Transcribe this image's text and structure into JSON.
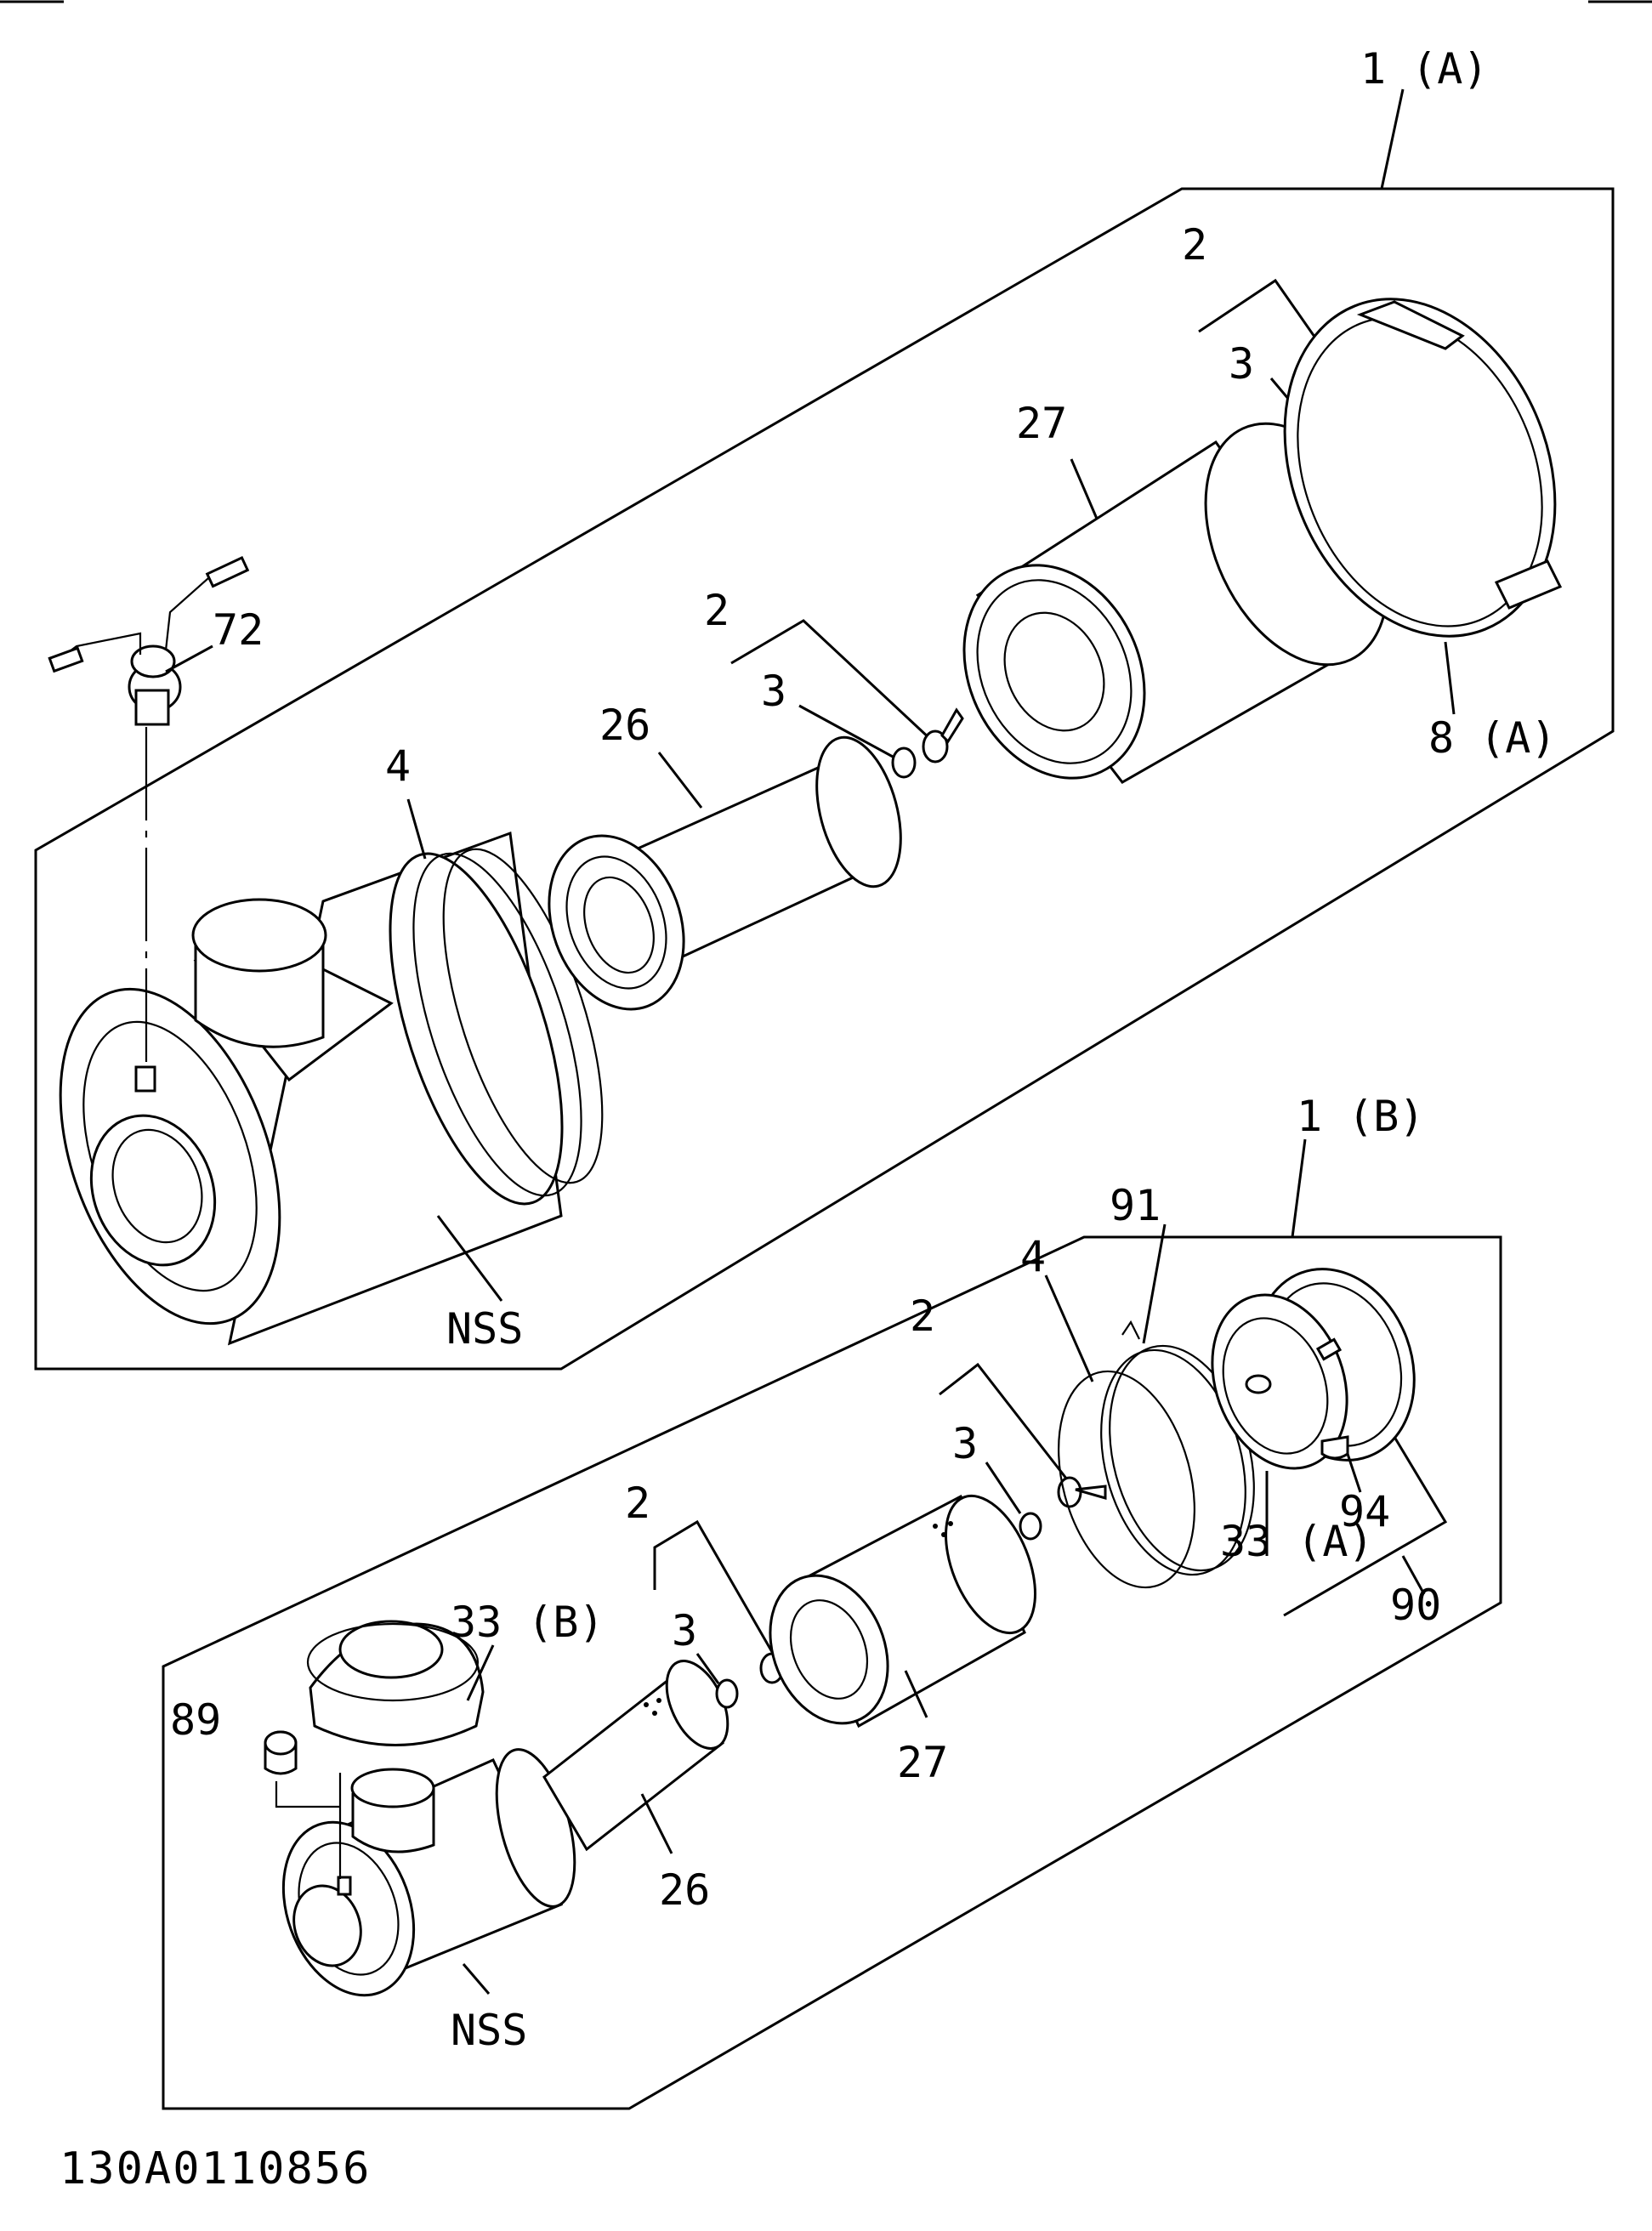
{
  "diagram": {
    "assembly_a": {
      "label": "1 (A)",
      "callouts": {
        "wing_nut_top": "2",
        "washer_top": "3",
        "outer_element": "27",
        "cover": "8 (A)",
        "wing_nut_mid": "2",
        "washer_mid": "3",
        "inner_element": "26",
        "gasket": "4",
        "indicator": "72",
        "housing": "NSS"
      }
    },
    "assembly_b": {
      "label": "1 (B)",
      "callouts": {
        "clamp_band": "91",
        "gasket": "4",
        "wing_nut_top": "2",
        "washer_top": "3",
        "cover": "33 (A)",
        "valve": "94",
        "cover_assembly": "90",
        "wing_nut_mid": "2",
        "washer_mid": "3",
        "outer_element": "27",
        "precleaner": "33 (B)",
        "plug": "89",
        "inner_element": "26",
        "housing": "NSS"
      }
    },
    "drawing_number": "130A0110856"
  }
}
